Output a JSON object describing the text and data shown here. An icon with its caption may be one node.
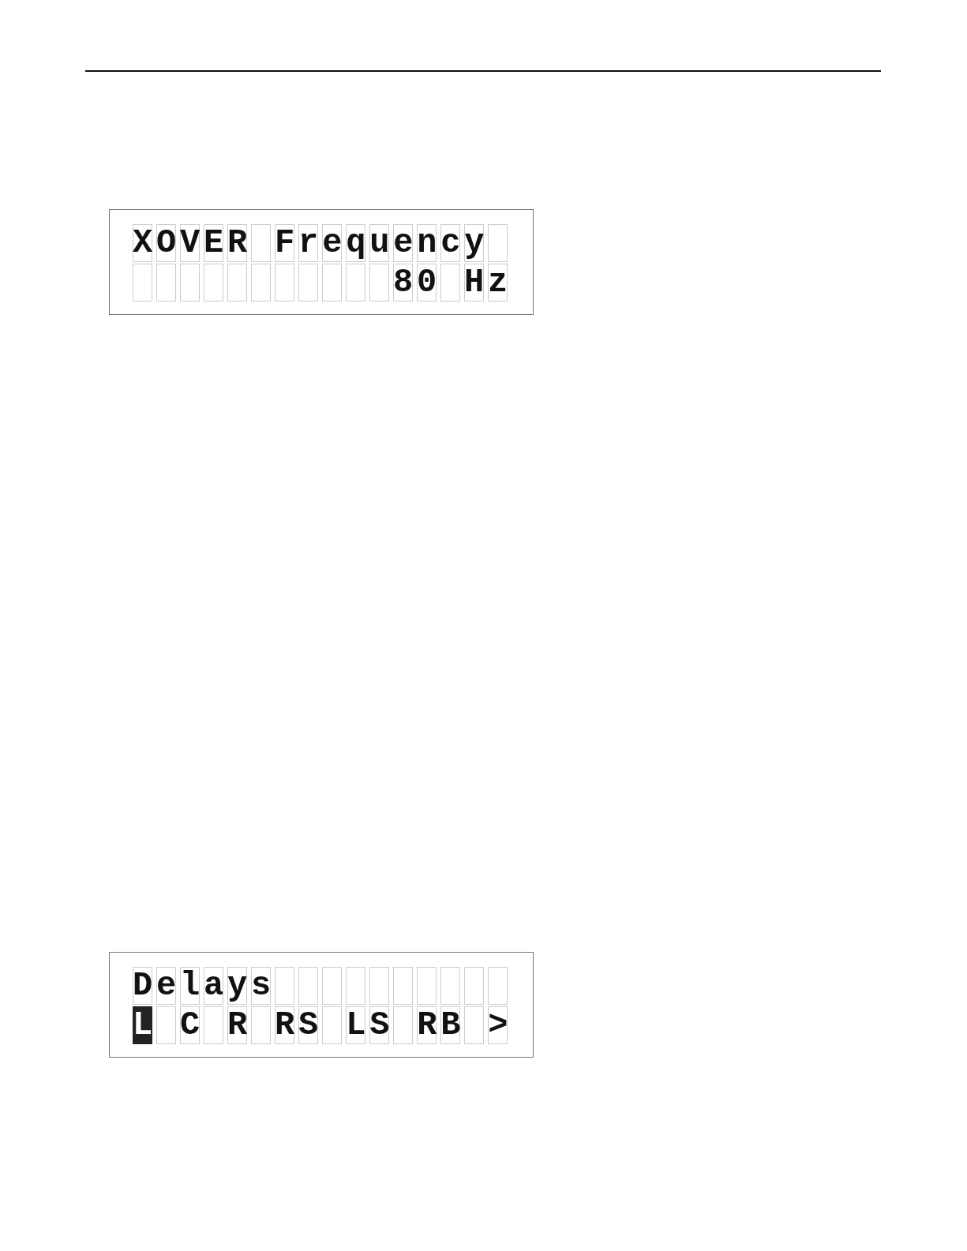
{
  "diagram": {
    "nodes": [
      {
        "text": [
          "XOVER Frequency",
          "80 Hz"
        ]
      },
      {
        "text": [
          "Delays",
          "L C R RS LS RB >"
        ]
      }
    ]
  }
}
